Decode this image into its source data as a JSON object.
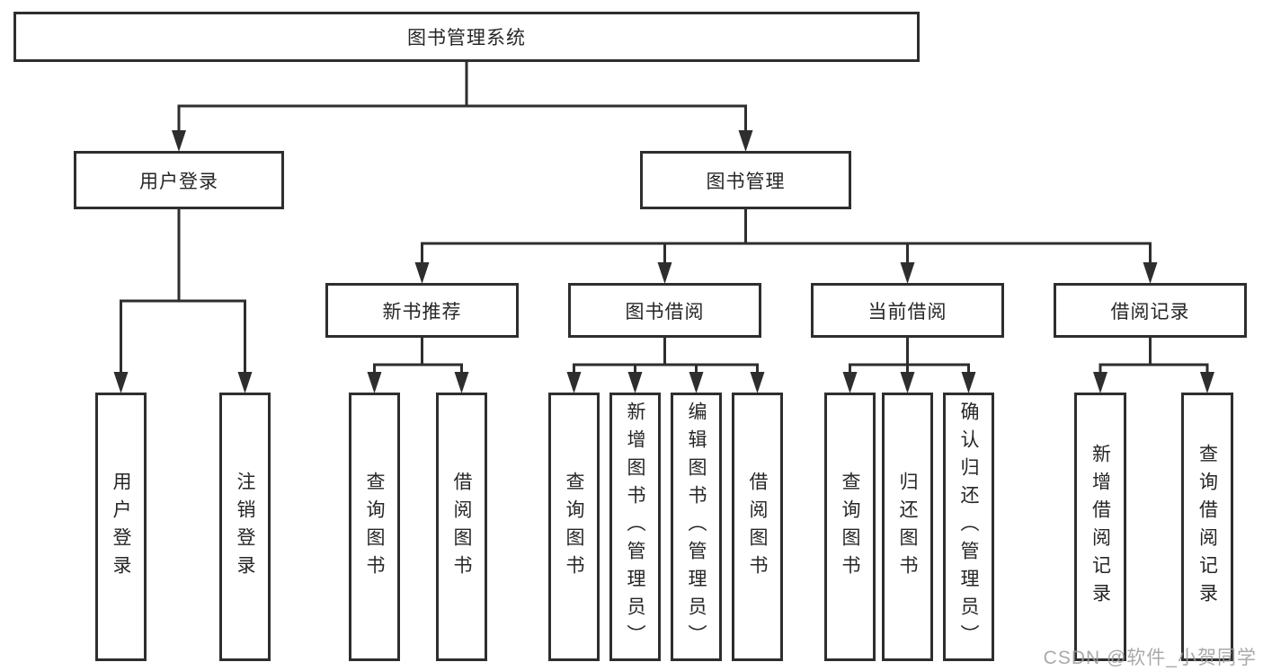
{
  "diagram_title": "图书管理系统",
  "watermark": {
    "text": "CSDN @软件_小贺同学"
  },
  "colors": {
    "line": "#2e2e2e",
    "box_border": "#2e2e2e",
    "box_background": "#ffffff",
    "text": "#262626",
    "watermark": "#9e9e9e"
  },
  "nodes": [
    {
      "id": "root",
      "label": "图书管理系统",
      "parent": null,
      "orientation": "horizontal"
    },
    {
      "id": "user-login",
      "label": "用户登录",
      "parent": "root",
      "orientation": "horizontal"
    },
    {
      "id": "book-mgmt",
      "label": "图书管理",
      "parent": "root",
      "orientation": "horizontal"
    },
    {
      "id": "new-book-rec",
      "label": "新书推荐",
      "parent": "book-mgmt",
      "orientation": "horizontal"
    },
    {
      "id": "book-borrow",
      "label": "图书借阅",
      "parent": "book-mgmt",
      "orientation": "horizontal"
    },
    {
      "id": "current-borrow",
      "label": "当前借阅",
      "parent": "book-mgmt",
      "orientation": "horizontal"
    },
    {
      "id": "borrow-record",
      "label": "借阅记录",
      "parent": "book-mgmt",
      "orientation": "horizontal"
    },
    {
      "id": "leaf-user-login",
      "label": "用户登录",
      "parent": "user-login",
      "orientation": "vertical"
    },
    {
      "id": "leaf-logout",
      "label": "注销登录",
      "parent": "user-login",
      "orientation": "vertical"
    },
    {
      "id": "leaf-query-books-1",
      "label": "查询图书",
      "parent": "new-book-rec",
      "orientation": "vertical"
    },
    {
      "id": "leaf-borrow-books-1",
      "label": "借阅图书",
      "parent": "new-book-rec",
      "orientation": "vertical"
    },
    {
      "id": "leaf-query-books-2",
      "label": "查询图书",
      "parent": "book-borrow",
      "orientation": "vertical"
    },
    {
      "id": "leaf-add-books",
      "label": "新增图书（管理员）",
      "parent": "book-borrow",
      "orientation": "vertical"
    },
    {
      "id": "leaf-edit-books",
      "label": "编辑图书（管理员）",
      "parent": "book-borrow",
      "orientation": "vertical"
    },
    {
      "id": "leaf-borrow-books-2",
      "label": "借阅图书",
      "parent": "book-borrow",
      "orientation": "vertical"
    },
    {
      "id": "leaf-query-books-3",
      "label": "查询图书",
      "parent": "current-borrow",
      "orientation": "vertical"
    },
    {
      "id": "leaf-return-books",
      "label": "归还图书",
      "parent": "current-borrow",
      "orientation": "vertical"
    },
    {
      "id": "leaf-confirm-return",
      "label": "确认归还（管理员）",
      "parent": "current-borrow",
      "orientation": "vertical"
    },
    {
      "id": "leaf-add-borrow-rec",
      "label": "新增借阅记录",
      "parent": "borrow-record",
      "orientation": "vertical"
    },
    {
      "id": "leaf-query-borrow-rec",
      "label": "查询借阅记录",
      "parent": "borrow-record",
      "orientation": "vertical"
    }
  ]
}
